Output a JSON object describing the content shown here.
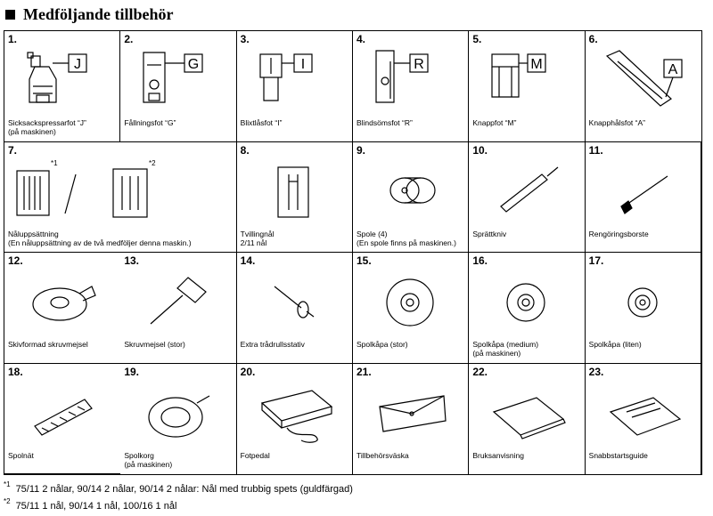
{
  "heading": "Medföljande tillbehör",
  "items": [
    {
      "num": "1.",
      "letter": "J",
      "caption": "Sicksackspressarfot “J”",
      "caption2": "(på maskinen)"
    },
    {
      "num": "2.",
      "letter": "G",
      "caption": "Fållningsfot “G”",
      "caption2": ""
    },
    {
      "num": "3.",
      "letter": "I",
      "caption": "Blixtlåsfot “I”",
      "caption2": ""
    },
    {
      "num": "4.",
      "letter": "R",
      "caption": "Blindsömsfot “R”",
      "caption2": ""
    },
    {
      "num": "5.",
      "letter": "M",
      "caption": "Knappfot “M”",
      "caption2": ""
    },
    {
      "num": "6.",
      "letter": "A",
      "caption": "Knapphålsfot “A”",
      "caption2": ""
    },
    {
      "num": "7.",
      "caption": "Nåluppsättning",
      "caption2": "(En nåluppsättning av de två medföljer denna maskin.)",
      "mark1": "*1",
      "mark2": "*2"
    },
    {
      "num": "8.",
      "caption": "Tvillingnål",
      "caption2": "2/11 nål"
    },
    {
      "num": "9.",
      "caption": "Spole (4)",
      "caption2": "(En spole finns på maskinen.)"
    },
    {
      "num": "10.",
      "caption": "Sprättkniv",
      "caption2": ""
    },
    {
      "num": "11.",
      "caption": "Rengöringsborste",
      "caption2": ""
    },
    {
      "num": "12.",
      "caption": "Skivformad skruvmejsel",
      "caption2": ""
    },
    {
      "num": "13.",
      "caption": "Skruvmejsel (stor)",
      "caption2": ""
    },
    {
      "num": "14.",
      "caption": "Extra trådrullsstativ",
      "caption2": ""
    },
    {
      "num": "15.",
      "caption": "Spolkåpa (stor)",
      "caption2": ""
    },
    {
      "num": "16.",
      "caption": "Spolkåpa (medium)",
      "caption2": "(på maskinen)"
    },
    {
      "num": "17.",
      "caption": "Spolkåpa (liten)",
      "caption2": ""
    },
    {
      "num": "18.",
      "caption": "Spolnät",
      "caption2": ""
    },
    {
      "num": "19.",
      "caption": "Spolkorg",
      "caption2": "(på maskinen)"
    },
    {
      "num": "20.",
      "caption": "Fotpedal",
      "caption2": ""
    },
    {
      "num": "21.",
      "caption": "Tillbehörsväska",
      "caption2": ""
    },
    {
      "num": "22.",
      "caption": "Bruksanvisning",
      "caption2": ""
    },
    {
      "num": "23.",
      "caption": "Snabbstartsguide",
      "caption2": ""
    }
  ],
  "footnotes": [
    {
      "mark": "*1",
      "text": "75/11 2 nålar, 90/14 2 nålar, 90/14 2 nålar: Nål med trubbig spets (guldfärgad)"
    },
    {
      "mark": "*2",
      "text": "75/11 1 nål, 90/14 1 nål, 100/16 1 nål"
    }
  ]
}
